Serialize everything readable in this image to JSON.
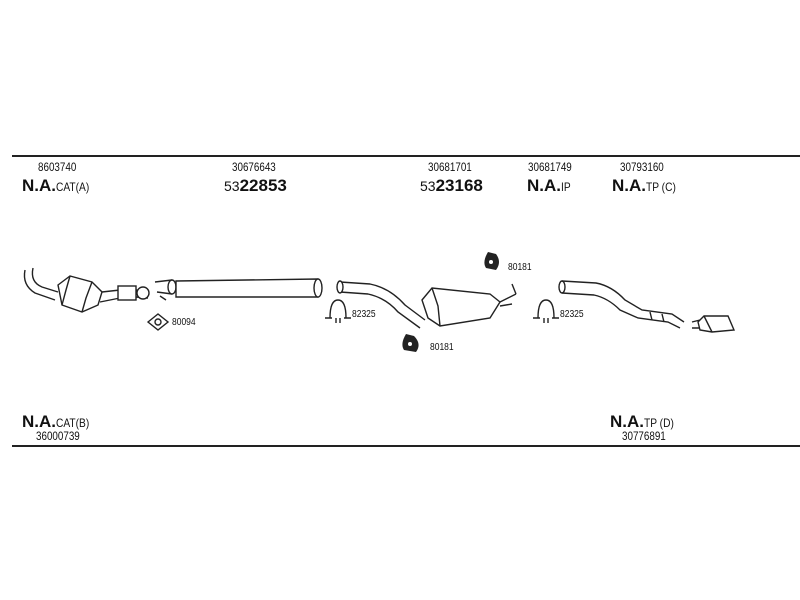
{
  "top_parts": [
    {
      "id": "8603740",
      "code": "N.A.",
      "suffix": "CAT(A)"
    },
    {
      "id": "30676643",
      "prefix": "53",
      "ref": "22853"
    },
    {
      "id": "30681701",
      "prefix": "53",
      "ref": "23168"
    },
    {
      "id": "30681749",
      "code": "N.A.",
      "suffix": "IP"
    },
    {
      "id": "30793160",
      "code": "N.A.",
      "suffix": "TP (C)"
    }
  ],
  "bottom_parts": [
    {
      "id": "36000739",
      "code": "N.A.",
      "suffix": "CAT(B)"
    },
    {
      "id": "30776891",
      "code": "N.A.",
      "suffix": "TP (D)"
    }
  ],
  "callouts": {
    "gasket": "80094",
    "clamp_left": "82325",
    "clamp_right": "82325",
    "hanger_top": "80181",
    "hanger_bottom": "80181"
  }
}
